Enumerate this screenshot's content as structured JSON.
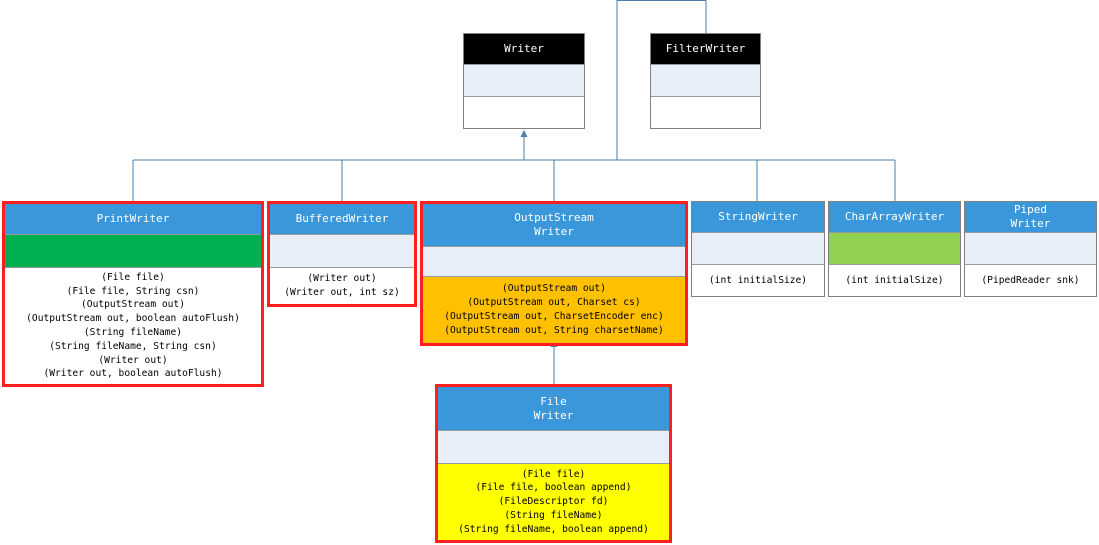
{
  "colors": {
    "header_dark": "#000000",
    "header_blue": "#3a97d9",
    "attr_default": "#e7eef8",
    "highlight_border": "#ff1f1f",
    "connector": "#4f7fa8",
    "printwriter_attr": "#00b050",
    "chararraywriter_attr": "#92d050",
    "outputstreamwriter_ctor": "#ffc000",
    "filewriter_ctor": "#ffff00"
  },
  "classes": {
    "writer": {
      "name": [
        "Writer"
      ],
      "constructors": []
    },
    "filterwriter": {
      "name": [
        "FilterWriter"
      ],
      "constructors": []
    },
    "printwriter": {
      "name": [
        "PrintWriter"
      ],
      "constructors": [
        "(File file)",
        "(File file, String csn)",
        "(OutputStream out)",
        "(OutputStream out, boolean autoFlush)",
        "(String fileName)",
        "(String fileName, String csn)",
        "(Writer out)",
        "(Writer out, boolean autoFlush)"
      ]
    },
    "bufferedwriter": {
      "name": [
        "BufferedWriter"
      ],
      "constructors": [
        "(Writer out)",
        "(Writer out, int sz)"
      ]
    },
    "outputstreamwriter": {
      "name": [
        "OutputStream",
        "Writer"
      ],
      "constructors": [
        "(OutputStream out)",
        "(OutputStream out, Charset cs)",
        "(OutputStream out, CharsetEncoder enc)",
        "(OutputStream out, String charsetName)"
      ]
    },
    "stringwriter": {
      "name": [
        "StringWriter"
      ],
      "constructors": [
        "(int initialSize)"
      ]
    },
    "chararraywriter": {
      "name": [
        "CharArrayWriter"
      ],
      "constructors": [
        "(int initialSize)"
      ]
    },
    "pipedwriter": {
      "name": [
        "Piped",
        "Writer"
      ],
      "constructors": [
        "(PipedReader snk)"
      ]
    },
    "filewriter": {
      "name": [
        "File",
        "Writer"
      ],
      "constructors": [
        "(File file)",
        "(File file, boolean append)",
        "(FileDescriptor fd)",
        "(String fileName)",
        "(String fileName, boolean append)"
      ]
    }
  }
}
